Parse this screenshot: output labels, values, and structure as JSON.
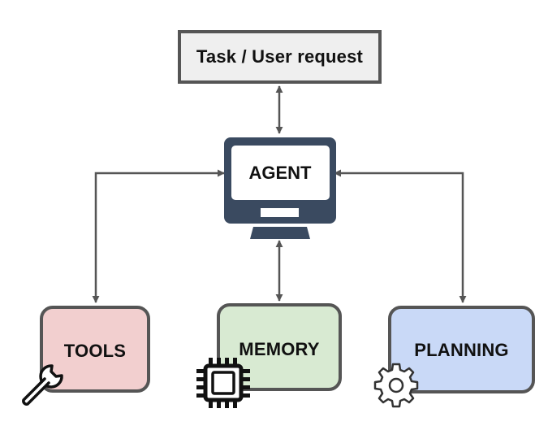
{
  "nodes": {
    "task": "Task / User request",
    "agent": "AGENT",
    "tools": "TOOLS",
    "memory": "MEMORY",
    "planning": "PLANNING"
  },
  "icons": {
    "tools": "wrench-icon",
    "memory": "cpu-chip-icon",
    "planning": "gear-icon",
    "agent": "computer-monitor-icon"
  },
  "colors": {
    "task_fill": "#efefef",
    "tools_fill": "#f2cfcf",
    "memory_fill": "#d8ead2",
    "planning_fill": "#c9d9f7",
    "monitor": "#3a4a60",
    "border": "#555555"
  }
}
